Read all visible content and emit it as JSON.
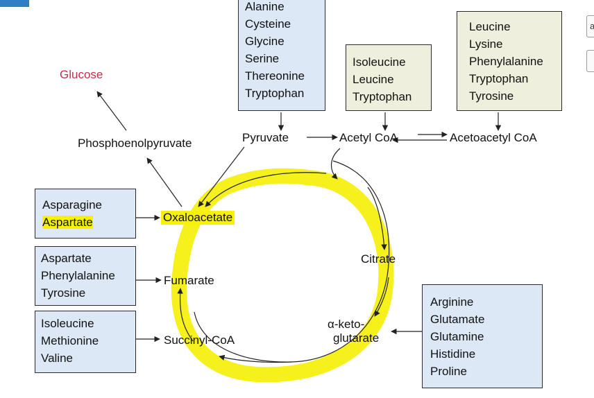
{
  "nodes": {
    "glucose": "Glucose",
    "phosphoenolpyruvate": "Phosphoenolpyruvate",
    "pyruvate": "Pyruvate",
    "acetyl_coa": "Acetyl CoA",
    "acetoacetyl_coa": "Acetoacetyl CoA",
    "oxaloacetate": "Oxaloacetate",
    "citrate": "Citrate",
    "fumarate": "Fumarate",
    "succinyl_coa": "Succinyl-CoA",
    "alpha_keto_line1": "α-keto-",
    "alpha_keto_line2": "glutarate"
  },
  "boxes": {
    "pyruvate_sources": [
      "Alanine",
      "Cysteine",
      "Glycine",
      "Serine",
      "Thereonine",
      "Tryptophan"
    ],
    "acetyl_sources": [
      "Isoleucine",
      "Leucine",
      "Tryptophan"
    ],
    "acetoacetyl_sources": [
      "Leucine",
      "Lysine",
      "Phenylalanine",
      "Tryptophan",
      "Tyrosine"
    ],
    "oxaloacetate_sources": [
      "Asparagine",
      "Aspartate"
    ],
    "fumarate_sources": [
      "Aspartate",
      "Phenylalanine",
      "Tyrosine"
    ],
    "succinyl_sources": [
      "Isoleucine",
      "Methionine",
      "Valine"
    ],
    "alpha_keto_sources": [
      "Arginine",
      "Glutamate",
      "Glutamine",
      "Histidine",
      "Proline"
    ]
  },
  "ui": {
    "right_btn_1": "a"
  },
  "colors": {
    "highlight": "#f6f200",
    "blue_box": "#dce8f6",
    "cream_box": "#efefdd",
    "glucose": "#c0304a"
  }
}
